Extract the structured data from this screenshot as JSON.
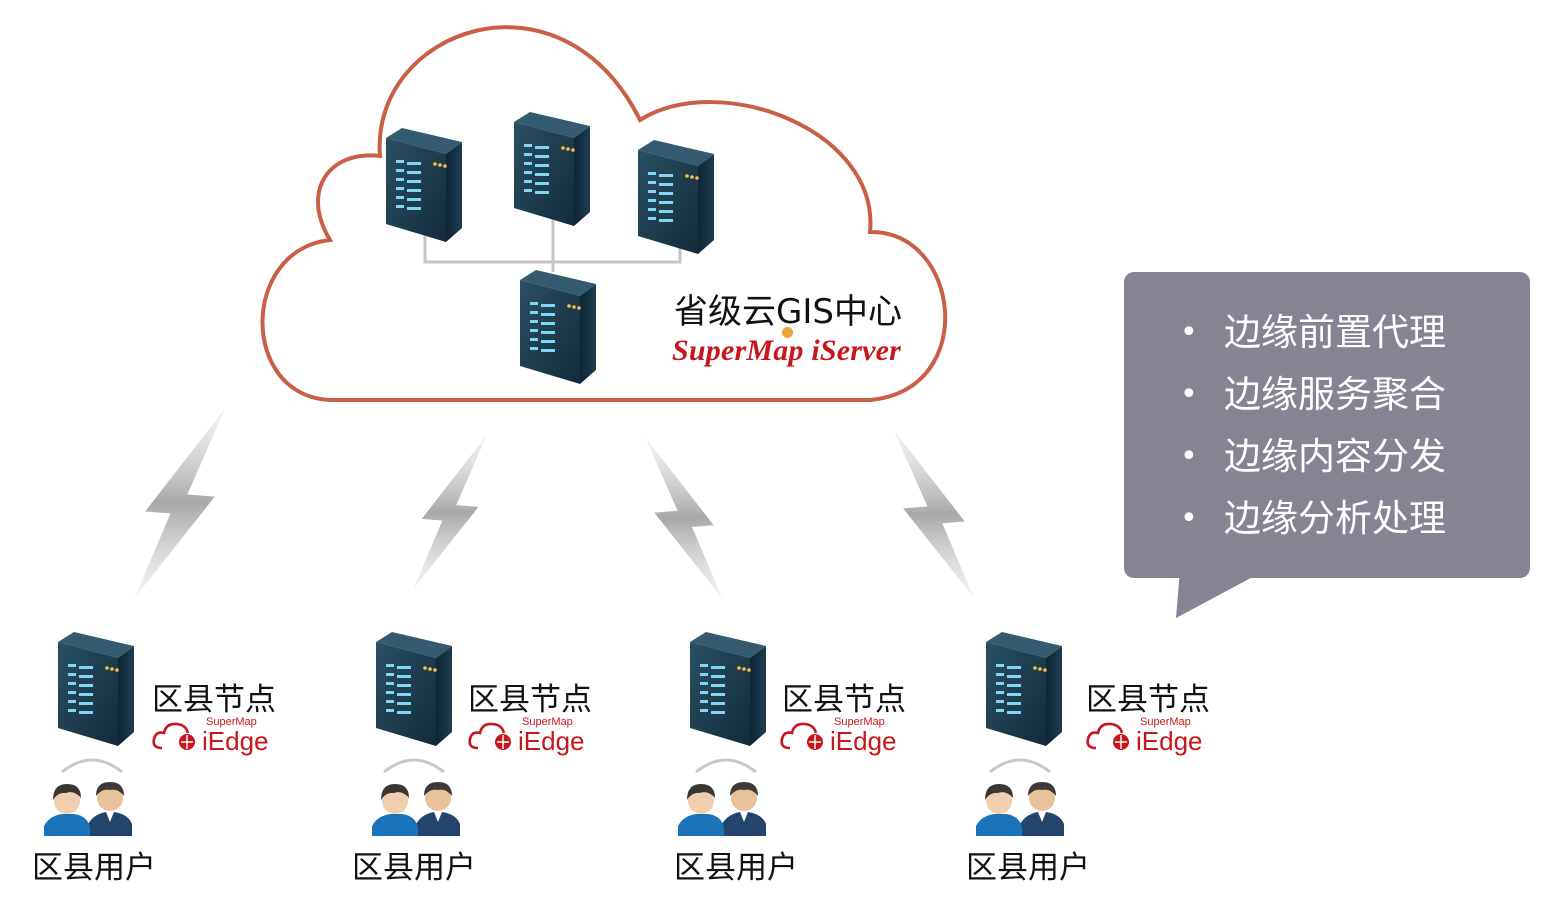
{
  "cloud": {
    "title": "省级云GIS中心",
    "product_logo": "SuperMap iServer",
    "border_color": "#c95f47"
  },
  "callout": {
    "items": [
      "边缘前置代理",
      "边缘服务聚合",
      "边缘内容分发",
      "边缘分析处理"
    ],
    "background_color": "#878392"
  },
  "nodes": [
    {
      "label": "区县节点",
      "logo_small": "SuperMap",
      "logo_big": "iEdge",
      "user_label": "区县用户"
    },
    {
      "label": "区县节点",
      "logo_small": "SuperMap",
      "logo_big": "iEdge",
      "user_label": "区县用户"
    },
    {
      "label": "区县节点",
      "logo_small": "SuperMap",
      "logo_big": "iEdge",
      "user_label": "区县用户"
    },
    {
      "label": "区县节点",
      "logo_small": "SuperMap",
      "logo_big": "iEdge",
      "user_label": "区县用户"
    }
  ],
  "colors": {
    "server_dark": "#1b3a4b",
    "server_light": "#7fd7f5",
    "lightning": "#b5b5b5",
    "brand_red": "#c8161d"
  }
}
